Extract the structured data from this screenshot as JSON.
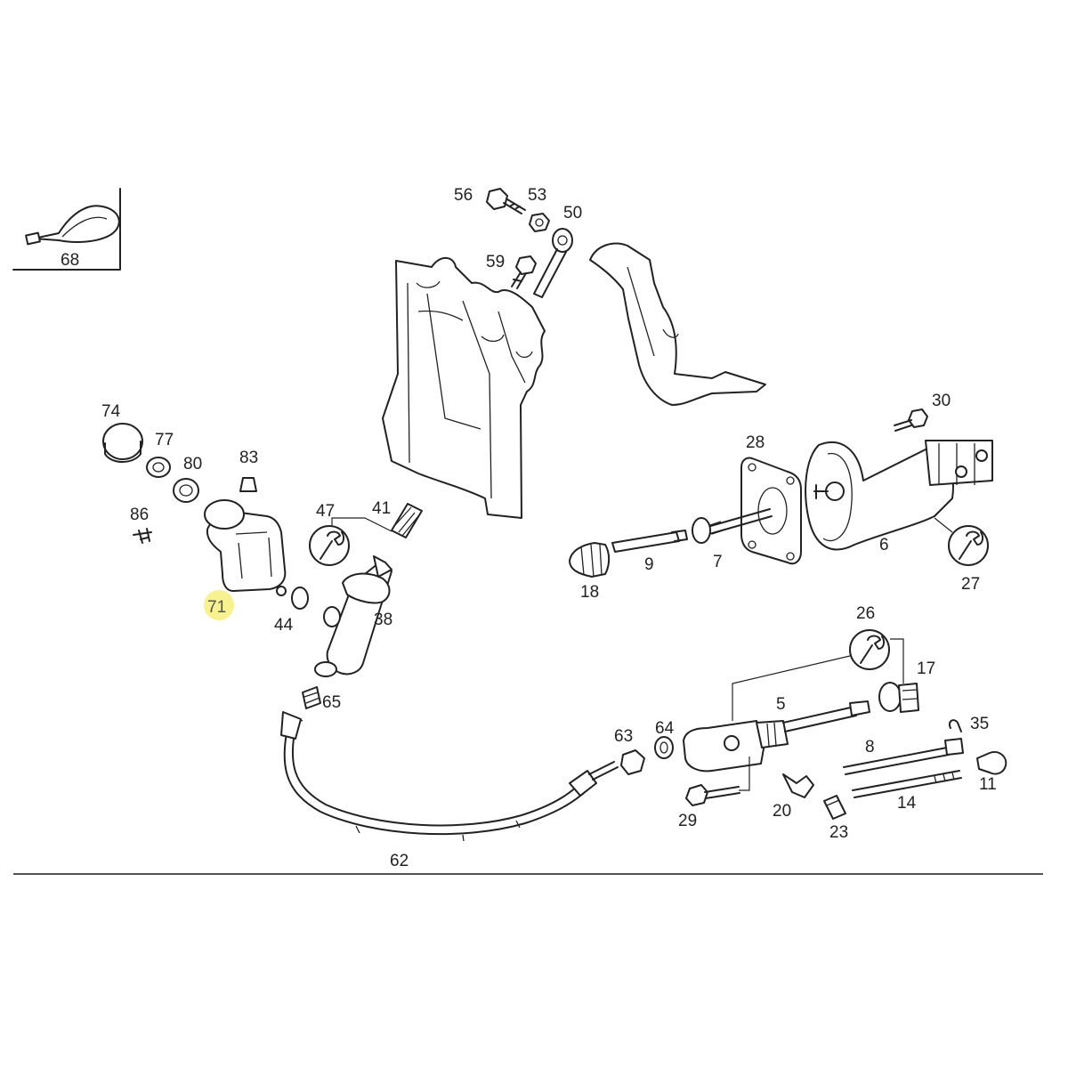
{
  "callouts": [
    {
      "id": "68",
      "label": "68"
    },
    {
      "id": "56",
      "label": "56"
    },
    {
      "id": "53",
      "label": "53"
    },
    {
      "id": "50",
      "label": "50"
    },
    {
      "id": "59",
      "label": "59"
    },
    {
      "id": "74",
      "label": "74"
    },
    {
      "id": "77",
      "label": "77"
    },
    {
      "id": "80",
      "label": "80"
    },
    {
      "id": "83",
      "label": "83"
    },
    {
      "id": "86",
      "label": "86"
    },
    {
      "id": "71",
      "label": "71"
    },
    {
      "id": "47",
      "label": "47"
    },
    {
      "id": "41",
      "label": "41"
    },
    {
      "id": "44",
      "label": "44"
    },
    {
      "id": "38",
      "label": "38"
    },
    {
      "id": "65",
      "label": "65"
    },
    {
      "id": "30",
      "label": "30"
    },
    {
      "id": "28",
      "label": "28"
    },
    {
      "id": "6",
      "label": "6"
    },
    {
      "id": "27",
      "label": "27"
    },
    {
      "id": "18",
      "label": "18"
    },
    {
      "id": "9",
      "label": "9"
    },
    {
      "id": "7",
      "label": "7"
    },
    {
      "id": "26",
      "label": "26"
    },
    {
      "id": "17",
      "label": "17"
    },
    {
      "id": "5",
      "label": "5"
    },
    {
      "id": "63",
      "label": "63"
    },
    {
      "id": "64",
      "label": "64"
    },
    {
      "id": "35",
      "label": "35"
    },
    {
      "id": "8",
      "label": "8"
    },
    {
      "id": "11",
      "label": "11"
    },
    {
      "id": "29",
      "label": "29"
    },
    {
      "id": "20",
      "label": "20"
    },
    {
      "id": "23",
      "label": "23"
    },
    {
      "id": "14",
      "label": "14"
    },
    {
      "id": "62",
      "label": "62"
    }
  ],
  "highlighted_callout": "71",
  "colors": {
    "line": "#222222",
    "highlight": "#f6f07a",
    "background": "#ffffff"
  }
}
